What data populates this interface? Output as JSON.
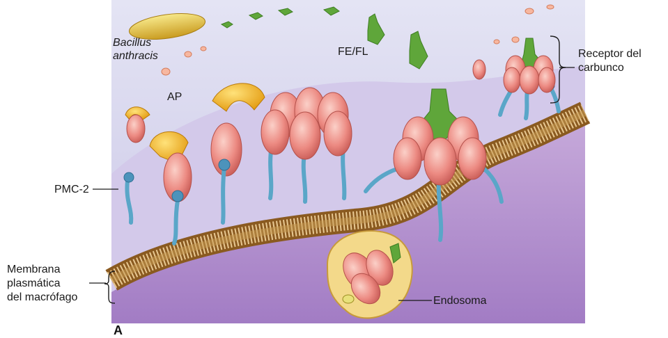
{
  "labels": {
    "bacillus_line1": "Bacillus",
    "bacillus_line2": "anthracis",
    "ap": "AP",
    "fe_fl": "FE/FL",
    "receptor_line1": "Receptor del",
    "receptor_line2": "carbunco",
    "pmc2": "PMC-2",
    "membrane_line1": "Membrana",
    "membrane_line2": "plasmática",
    "membrane_line3": "del macrófago",
    "endosome": "Endosoma",
    "panel": "A"
  },
  "colors": {
    "extracellular": "#d9d9ef",
    "cytoplasm": "#b89bd0",
    "membrane": "#b88a3e",
    "ap_protein": "#f4b11e",
    "heptamer": "#e8837e",
    "receptor_stalk": "#5aa6c8",
    "lethal_factor": "#5fa63a",
    "bacillus": "#e4c23a",
    "endosome": "#f3d98a"
  }
}
